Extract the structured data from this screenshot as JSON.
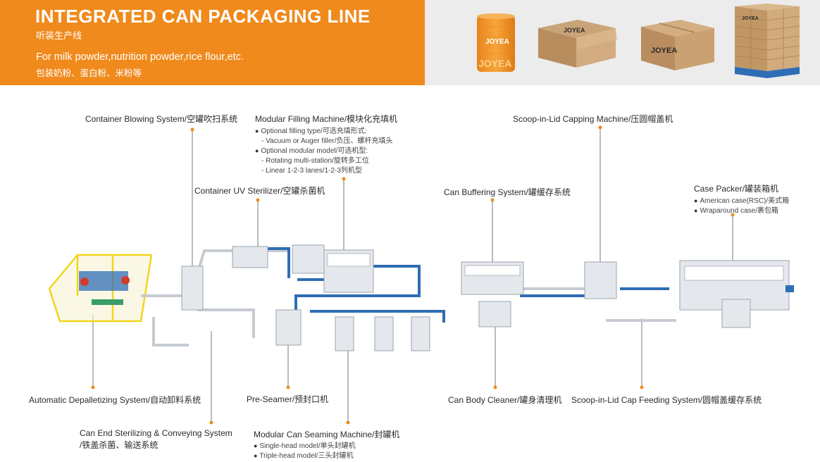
{
  "header": {
    "title": "INTEGRATED CAN PACKAGING LINE",
    "subtitle_cn": "听装生产线",
    "description": "For milk powder,nutrition powder,rice flour,etc.",
    "description_cn": "包装奶粉、蛋白粉、米粉等"
  },
  "products": {
    "can_logo": "JOYEA",
    "can_bottom_text": "JOYEA",
    "box1_logo": "JOYEA",
    "box2_logo": "JOYEA",
    "pallet_logo": "JOYEA"
  },
  "colors": {
    "brand_orange": "#f08a1c",
    "conveyor_blue": "#2f6db5",
    "safety_yellow": "#f2d51d",
    "leader_orange": "#f08a1c"
  },
  "stations": {
    "blowing": {
      "title": "Container Blowing System/空罐吹扫系统"
    },
    "filling": {
      "title": "Modular Filling Machine/模块化充填机",
      "l1": "Optional filling type/可选充填形式:",
      "l2": "- Vacuum or Auger filler/负压、螺杆充填头",
      "l3": "Optional modular model/可选机型:",
      "l4": "- Rotating multi-station/旋转多工位",
      "l5": "- Linear 1-2-3 lanes/1-2-3列机型"
    },
    "capping": {
      "title": "Scoop-in-Lid Capping Machine/压圆帽盖机"
    },
    "uv": {
      "title": "Container UV Sterilizer/空罐杀菌机"
    },
    "buffering": {
      "title": "Can Buffering System/罐缓存系统"
    },
    "case_packer": {
      "title": "Case Packer/罐装箱机",
      "l1": "American case(RSC)/美式箱",
      "l2": "Wraparound case/裹包箱"
    },
    "depalletizing": {
      "title": "Automatic Depalletizing System/自动卸料系统"
    },
    "preseamer": {
      "title": "Pre-Seamer/预封口机"
    },
    "cleaner": {
      "title": "Can Body Cleaner/罐身清理机"
    },
    "cap_feeding": {
      "title": "Scoop-in-Lid Cap Feeding System/圆帽盖缓存系统"
    },
    "can_end": {
      "title": "Can End Sterilizing & Conveying System",
      "title_cn": "/铁盖杀菌、输送系统"
    },
    "seaming": {
      "title": "Modular Can Seaming Machine/封罐机",
      "l1": "Single-head model/单头封罐机",
      "l2": "Triple-head model/三头封罐机"
    }
  }
}
